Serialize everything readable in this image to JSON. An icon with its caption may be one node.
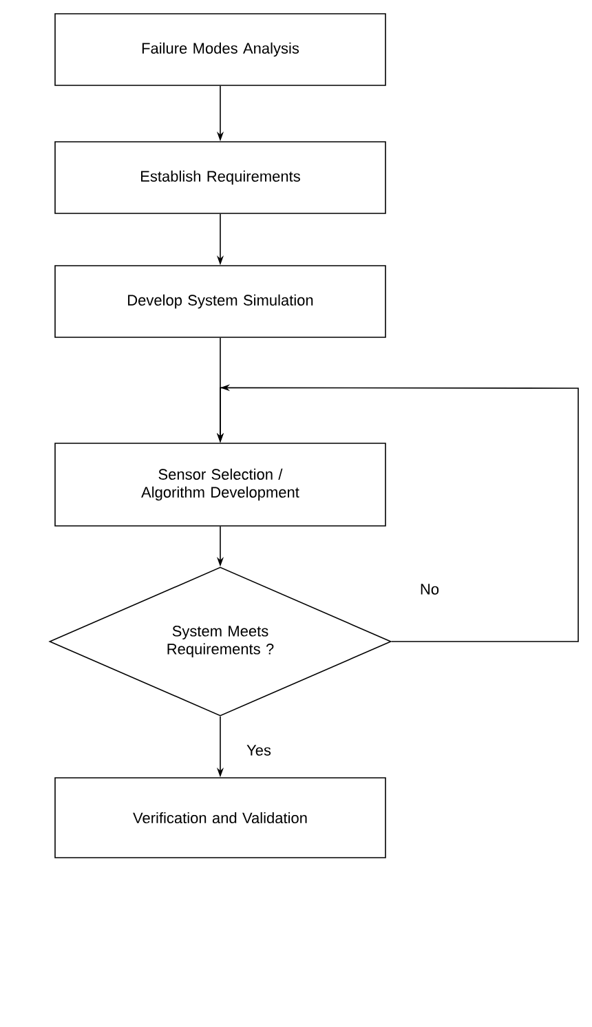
{
  "diagram": {
    "nodes": [
      {
        "text": [
          "Failure Modes Analysis"
        ]
      },
      {
        "text": [
          "Establish Requirements"
        ]
      },
      {
        "text": [
          "Develop System Simulation"
        ]
      },
      {
        "text": [
          "Sensor Selection / Algorithm Development"
        ]
      },
      {
        "text": [
          "System Meets Requirements ?"
        ]
      },
      {
        "text": [
          "Verification and Validation"
        ]
      }
    ],
    "edges": [
      {
        "from": 0,
        "to": 1,
        "arrow": "to"
      },
      {
        "from": 1,
        "to": 2,
        "arrow": "to"
      },
      {
        "from": 2,
        "to": 3,
        "arrow": "to"
      },
      {
        "from": 3,
        "to": 4,
        "arrow": "to"
      },
      {
        "from": 4,
        "to": 3,
        "arrow": "to",
        "label": "No"
      },
      {
        "from": 4,
        "to": 5,
        "arrow": "to",
        "label": "Yes"
      }
    ]
  }
}
